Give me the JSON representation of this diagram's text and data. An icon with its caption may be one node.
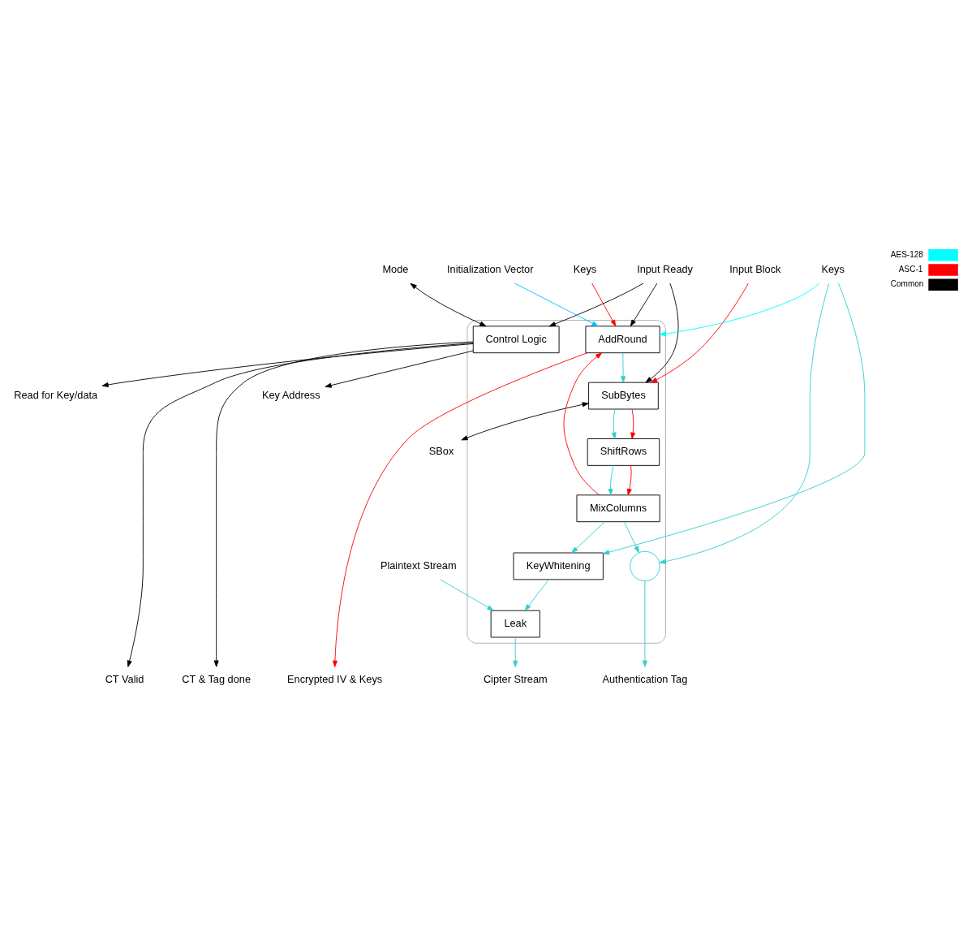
{
  "diagram": {
    "nodes": [
      {
        "text": [],
        "shape": "box"
      },
      {
        "text": [
          "Input Ready"
        ]
      },
      {
        "text": [
          "Input Block"
        ]
      },
      {
        "text": [
          "Initialization Vector"
        ]
      },
      {
        "text": [
          "Mode"
        ]
      },
      {
        "text": [
          "Read for Key/data"
        ]
      },
      {
        "text": [
          "Key Address"
        ]
      },
      {
        "text": [
          "Keys"
        ]
      },
      {
        "text": [
          "SBox"
        ]
      },
      {
        "text": [
          "Keys"
        ]
      },
      {
        "text": [
          "Plaintext Stream"
        ]
      },
      {
        "text": [
          "CT Valid"
        ]
      },
      {
        "text": [
          "CT & Tag done"
        ]
      },
      {
        "text": [
          "Cipter Stream"
        ]
      },
      {
        "text": [
          "Authentication Tag"
        ]
      },
      {
        "text": [
          "Encrypted IV & Keys"
        ]
      },
      {
        "text": [
          "Control Logic"
        ],
        "in": 0
      },
      {
        "text": [
          "AddRound"
        ],
        "in": 0
      },
      {
        "text": [
          "SubBytes"
        ],
        "in": 0
      },
      {
        "text": [
          "ShiftRows"
        ],
        "in": 0
      },
      {
        "text": [
          "MixColumns"
        ],
        "in": 0
      },
      {
        "text": [
          "KeyWhitening"
        ],
        "in": 0
      },
      {
        "text": [
          "Leak"
        ],
        "in": 0
      },
      {
        "text": [],
        "shape": "circle",
        "in": 0
      }
    ],
    "edges": [
      {
        "from": 1,
        "to": 16,
        "arrow": "to",
        "color": "#000000"
      },
      {
        "from": 1,
        "to": 17,
        "arrow": "to",
        "color": "#000000"
      },
      {
        "from": 1,
        "to": 18,
        "arrow": "to",
        "color": "#000000"
      },
      {
        "from": 2,
        "to": 18,
        "arrow": "to",
        "color": "#ff0000"
      },
      {
        "from": 3,
        "to": 17,
        "arrow": "to",
        "color": "#00bfff"
      },
      {
        "from": 4,
        "to": 16,
        "arrow": "both",
        "color": "#000000"
      },
      {
        "from": 16,
        "to": 5,
        "arrow": "to",
        "color": "#000000"
      },
      {
        "from": 16,
        "to": 6,
        "arrow": "to",
        "color": "#000000"
      },
      {
        "from": 7,
        "to": 17,
        "arrow": "to",
        "color": "#ff0000"
      },
      {
        "from": 9,
        "to": 17,
        "arrow": "to",
        "color": "#00ffff"
      },
      {
        "from": 17,
        "to": 18,
        "arrow": "to",
        "color": "#33cccc"
      },
      {
        "from": 18,
        "to": 8,
        "arrow": "both",
        "color": "#000000"
      },
      {
        "from": 18,
        "to": 19,
        "arrow": "to",
        "color": "#33cccc"
      },
      {
        "from": 18,
        "to": 19,
        "arrow": "to",
        "color": "#ff0000"
      },
      {
        "from": 19,
        "to": 20,
        "arrow": "to",
        "color": "#33cccc"
      },
      {
        "from": 19,
        "to": 20,
        "arrow": "to",
        "color": "#ff0000"
      },
      {
        "from": 20,
        "to": 17,
        "arrow": "to",
        "color": "#ff0000"
      },
      {
        "from": 17,
        "to": 15,
        "arrow": "to",
        "color": "#ff0000"
      },
      {
        "from": 20,
        "to": 21,
        "arrow": "to",
        "color": "#33cccc"
      },
      {
        "from": 20,
        "to": 23,
        "arrow": "to",
        "color": "#33cccc"
      },
      {
        "from": 9,
        "to": 21,
        "arrow": "to",
        "color": "#33cccc"
      },
      {
        "from": 9,
        "to": 23,
        "arrow": "to",
        "color": "#33cccc"
      },
      {
        "from": 21,
        "to": 22,
        "arrow": "to",
        "color": "#33cccc"
      },
      {
        "from": 10,
        "to": 22,
        "arrow": "to",
        "color": "#33cccc"
      },
      {
        "from": 22,
        "to": 13,
        "arrow": "to",
        "color": "#33cccc"
      },
      {
        "from": 23,
        "to": 14,
        "arrow": "to",
        "color": "#33cccc"
      },
      {
        "from": 16,
        "to": 11,
        "arrow": "to",
        "color": "#000000"
      },
      {
        "from": 16,
        "to": 12,
        "arrow": "to",
        "color": "#000000"
      }
    ],
    "legend": [
      {
        "text": "AES-128",
        "color": "#00ffff"
      },
      {
        "text": "ASC-1",
        "color": "#ff0000"
      },
      {
        "text": "Common",
        "color": "#000000"
      }
    ]
  }
}
